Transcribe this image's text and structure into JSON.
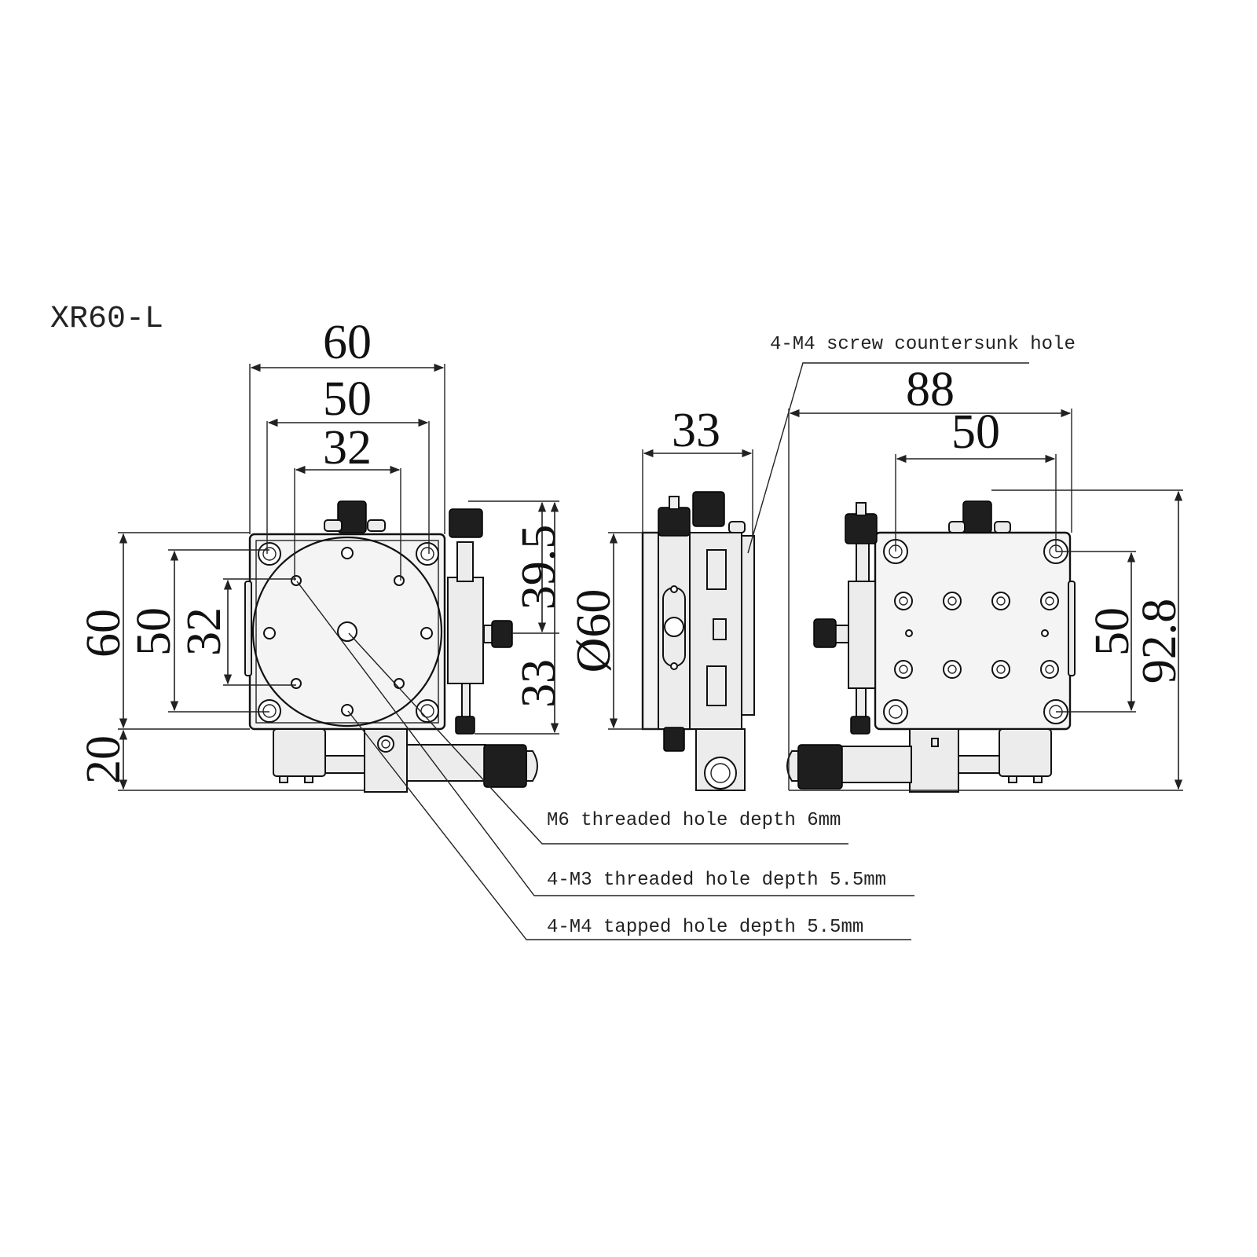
{
  "title": "XR60-L",
  "dims": {
    "front_width_60": "60",
    "front_width_50": "50",
    "front_width_32": "32",
    "front_height_60": "60",
    "front_height_50": "50",
    "front_height_32": "32",
    "front_base_20": "20",
    "micrometer_39_5": "39.5",
    "micrometer_33": "33",
    "side_width_33": "33",
    "side_diameter_60": "Ø60",
    "right_width_88": "88",
    "right_width_50": "50",
    "right_height_50": "50",
    "right_height_92_8": "92.8"
  },
  "notes": {
    "countersunk": "4-M4 screw countersunk hole",
    "m6": "M6 threaded hole depth 6mm",
    "m3": "4-M3 threaded hole depth 5.5mm",
    "m4_tapped": "4-M4 tapped hole depth 5.5mm"
  }
}
